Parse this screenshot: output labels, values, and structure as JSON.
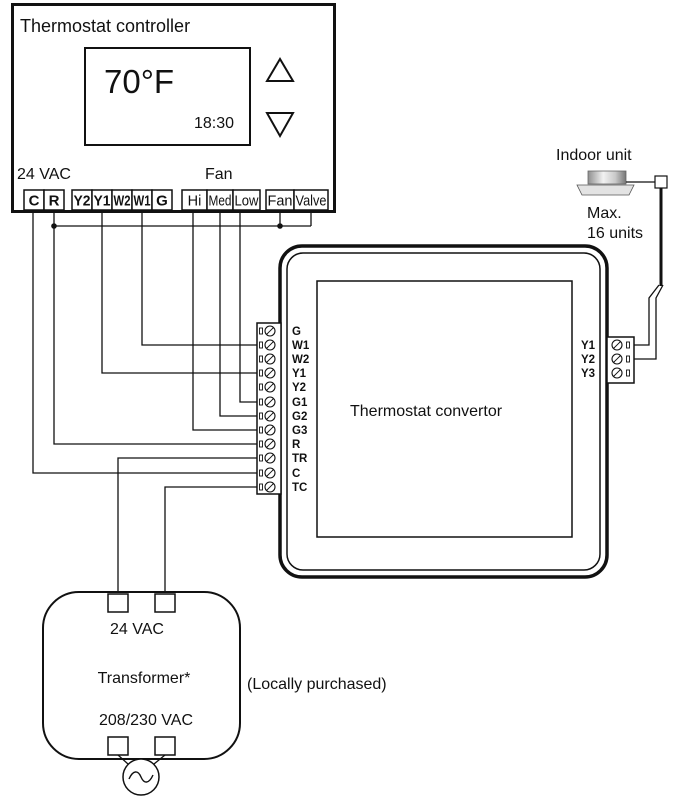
{
  "controller": {
    "title": "Thermostat controller",
    "display": {
      "temperature": "70°F",
      "time": "18:30"
    },
    "buttons": {
      "up_icon": "up-triangle-icon",
      "down_icon": "down-triangle-icon"
    },
    "power_label": "24 VAC",
    "fan_label": "Fan",
    "terminals": [
      "C",
      "R",
      "Y2",
      "Y1",
      "W2",
      "W1",
      "G",
      "Hi",
      "Med",
      "Low",
      "Fan",
      "Valve"
    ]
  },
  "convertor": {
    "title": "Thermostat convertor",
    "left_terminals": [
      "G",
      "W1",
      "W2",
      "Y1",
      "Y2",
      "G1",
      "G2",
      "G3",
      "R",
      "TR",
      "C",
      "TC"
    ],
    "right_terminals": [
      "Y1",
      "Y2",
      "Y3"
    ]
  },
  "indoor_unit": {
    "label": "Indoor unit",
    "limit_line1": "Max.",
    "limit_line2": "16 units",
    "icon": "indoor-unit-icon"
  },
  "transformer": {
    "secondary_label": "24 VAC",
    "title": "Transformer*",
    "primary_label": "208/230 VAC",
    "note": "(Locally purchased)",
    "source_icon": "ac-source-icon"
  },
  "wiring": {
    "controller_to_convertor": [
      [
        0,
        10
      ],
      [
        1,
        8
      ],
      [
        3,
        3
      ],
      [
        5,
        1
      ],
      [
        7,
        7
      ],
      [
        8,
        6
      ],
      [
        9,
        5
      ]
    ],
    "transformer_to_convertor": [
      [
        0,
        9
      ],
      [
        1,
        11
      ]
    ],
    "controller_common_bus": [
      1,
      10,
      11
    ],
    "convertor_to_indoor_unit": [
      0,
      1
    ]
  }
}
